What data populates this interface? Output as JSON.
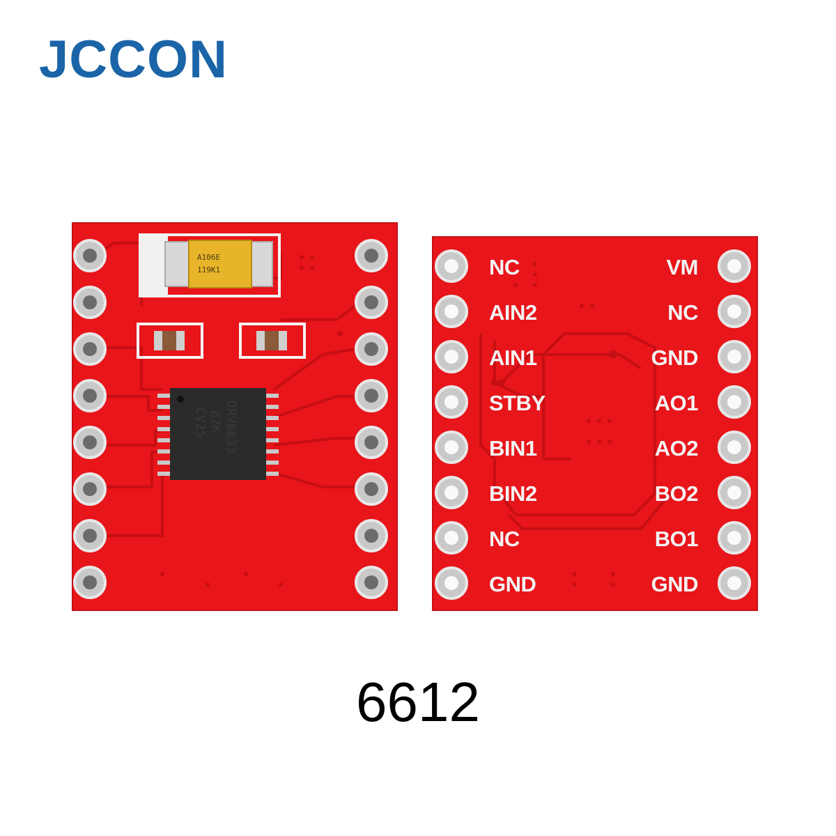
{
  "brand": {
    "name": "JCCON",
    "color": "#1b64a8"
  },
  "caption": "6612",
  "colors": {
    "pcb": "#e8151a",
    "pcb_edge": "#b80e12",
    "silk": "#f4f4f4",
    "pad": "#c9c9c9",
    "chip": "#2b2b2b"
  },
  "front": {
    "ic_marking": [
      "DRV8833",
      "82K",
      "CV25"
    ],
    "capacitor_marking": [
      "A106E",
      "119K1"
    ]
  },
  "back": {
    "left_pins": [
      "NC",
      "AIN2",
      "AIN1",
      "STBY",
      "BIN1",
      "BIN2",
      "NC",
      "GND"
    ],
    "right_pins": [
      "VM",
      "NC",
      "GND",
      "AO1",
      "AO2",
      "BO2",
      "BO1",
      "GND"
    ]
  }
}
